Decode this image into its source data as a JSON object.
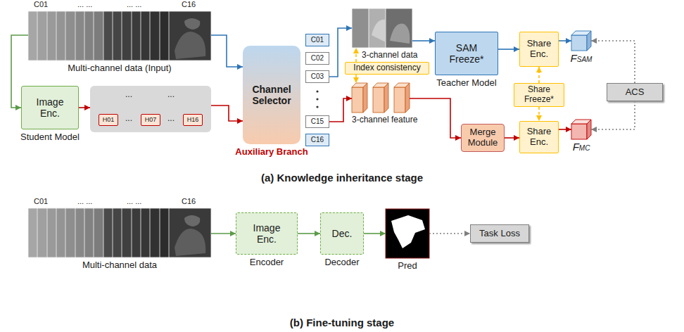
{
  "diagram": {
    "nodes": [
      {
        "text": [
          "C01",
          "... ...",
          "... ...",
          "C16",
          "Multi-channel data (Input)"
        ]
      },
      {
        "text": [
          "Image Enc.",
          "Student Model"
        ]
      },
      {
        "text": [
          "...",
          "...",
          "...",
          "..."
        ]
      },
      {
        "text": [
          "H01"
        ],
        "in": 2
      },
      {
        "text": [
          "H07"
        ],
        "in": 2
      },
      {
        "text": [
          "H16"
        ],
        "in": 2
      },
      {
        "text": [
          "Channel Selector",
          "Auxiliary Branch"
        ]
      },
      {
        "text": [
          "C01"
        ]
      },
      {
        "text": [
          "C02"
        ]
      },
      {
        "text": [
          "C03"
        ]
      },
      {
        "text": [
          "C15"
        ]
      },
      {
        "text": [
          "C16"
        ]
      },
      {
        "text": [
          "3-channel data"
        ]
      },
      {
        "text": [
          "Index consistency"
        ]
      },
      {
        "text": [
          "3-channel feature"
        ]
      },
      {
        "text": [
          "SAM Freeze*",
          "Teacher Model"
        ]
      },
      {
        "text": [
          "Share Enc."
        ]
      },
      {
        "text": [
          "Share Freeze*"
        ]
      },
      {
        "text": [
          "Merge Module"
        ]
      },
      {
        "text": [
          "Share Enc."
        ]
      },
      {
        "text": [
          "F",
          "SAM"
        ]
      },
      {
        "text": [
          "ACS"
        ]
      },
      {
        "text": [
          "F",
          "MC"
        ]
      },
      {
        "text": [
          "C01",
          "... ...",
          "... ...",
          "C16",
          "Multi-channel data"
        ]
      },
      {
        "text": [
          "Image Enc.",
          "Encoder"
        ]
      },
      {
        "text": [
          "Dec.",
          "Decoder"
        ]
      },
      {
        "text": [
          "Pred"
        ]
      },
      {
        "text": [
          "Task Loss"
        ]
      }
    ],
    "edges": [
      {
        "from": 0,
        "to": 1,
        "arrow": "to"
      },
      {
        "from": 0,
        "to": 6,
        "arrow": "to"
      },
      {
        "from": 1,
        "to": 2,
        "arrow": "to"
      },
      {
        "from": 2,
        "to": 6,
        "arrow": "to"
      },
      {
        "from": 9,
        "to": 12,
        "arrow": "to"
      },
      {
        "from": 10,
        "to": 14,
        "arrow": "to"
      },
      {
        "from": 13,
        "to": 12,
        "arrow": "to"
      },
      {
        "from": 13,
        "to": 14,
        "arrow": "to"
      },
      {
        "from": 12,
        "to": 15,
        "arrow": "to"
      },
      {
        "from": 15,
        "to": 16,
        "arrow": "to"
      },
      {
        "from": 16,
        "to": 20,
        "arrow": "to"
      },
      {
        "from": 17,
        "to": 16,
        "arrow": "to"
      },
      {
        "from": 17,
        "to": 19,
        "arrow": "to"
      },
      {
        "from": 14,
        "to": 18,
        "arrow": "to"
      },
      {
        "from": 18,
        "to": 19,
        "arrow": "to"
      },
      {
        "from": 19,
        "to": 22,
        "arrow": "to"
      },
      {
        "from": 21,
        "to": 20,
        "arrow": "to"
      },
      {
        "from": 21,
        "to": 22,
        "arrow": "to"
      },
      {
        "from": 23,
        "to": 24,
        "arrow": "to"
      },
      {
        "from": 24,
        "to": 25,
        "arrow": "to"
      },
      {
        "from": 25,
        "to": 26,
        "arrow": "to"
      },
      {
        "from": 26,
        "to": 27,
        "arrow": "to"
      }
    ],
    "labels": [
      "(a) Knowledge inheritance stage",
      "(b) Fine-tuning stage"
    ]
  }
}
